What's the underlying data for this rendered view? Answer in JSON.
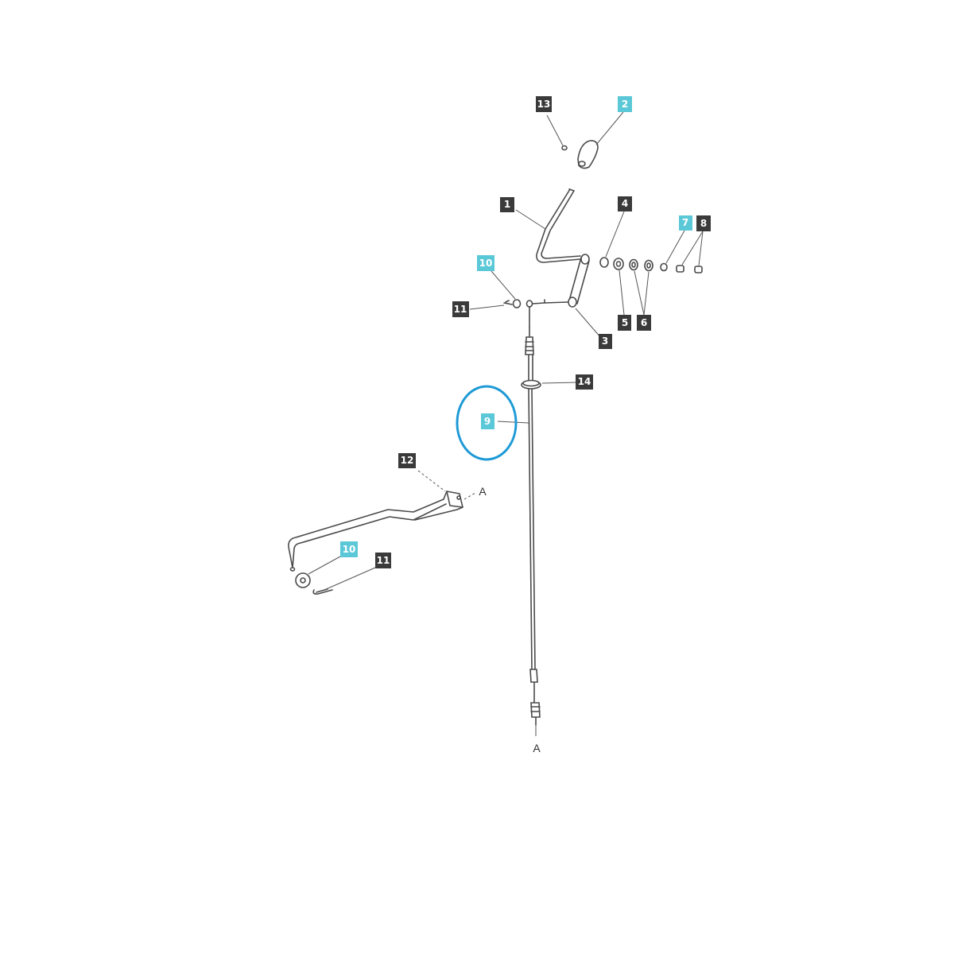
{
  "colors": {
    "dark_callout": "#3a3a3a",
    "highlight_callout": "#5bc8d8",
    "highlight_ring": "#1e9ad6",
    "line": "#4a4a4a"
  },
  "callouts": [
    {
      "id": "c13",
      "label": "13",
      "style": "dark"
    },
    {
      "id": "c2",
      "label": "2",
      "style": "highlight"
    },
    {
      "id": "c1",
      "label": "1",
      "style": "dark"
    },
    {
      "id": "c4",
      "label": "4",
      "style": "dark"
    },
    {
      "id": "c7",
      "label": "7",
      "style": "highlight"
    },
    {
      "id": "c8",
      "label": "8",
      "style": "dark"
    },
    {
      "id": "c10a",
      "label": "10",
      "style": "highlight"
    },
    {
      "id": "c11a",
      "label": "11",
      "style": "dark"
    },
    {
      "id": "c5",
      "label": "5",
      "style": "dark"
    },
    {
      "id": "c6",
      "label": "6",
      "style": "dark"
    },
    {
      "id": "c3",
      "label": "3",
      "style": "dark"
    },
    {
      "id": "c14",
      "label": "14",
      "style": "dark"
    },
    {
      "id": "c9",
      "label": "9",
      "style": "highlight"
    },
    {
      "id": "c12",
      "label": "12",
      "style": "dark"
    },
    {
      "id": "c10b",
      "label": "10",
      "style": "highlight"
    },
    {
      "id": "c11b",
      "label": "11",
      "style": "dark"
    }
  ],
  "refs": {
    "a_top": "A",
    "a_bottom": "A"
  }
}
